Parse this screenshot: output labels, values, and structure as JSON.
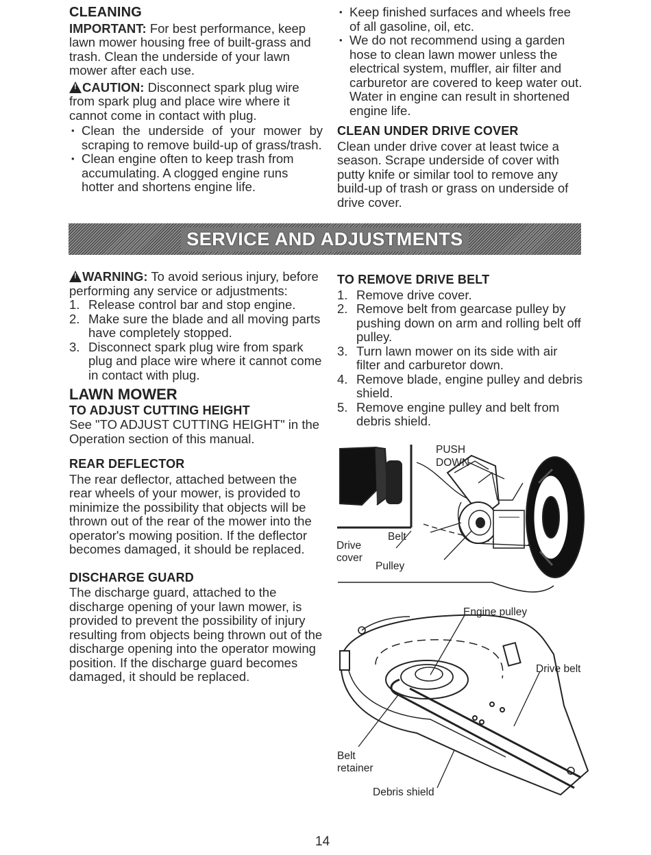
{
  "cleaning": {
    "heading": "CLEANING",
    "important_label": "IMPORTANT:",
    "important_text": " For best performance, keep lawn mower housing free of built-grass and trash. Clean the underside of your lawn mower after each use.",
    "caution_label": "CAUTION:",
    "caution_text": " Disconnect spark plug wire from spark plug and place wire where it cannot come in contact with plug.",
    "bullets_left": [
      "Clean the underside of your mower by scraping to remove build-up of grass/trash.",
      "Clean engine often to keep trash from accumulating. A clogged engine runs hotter and shortens engine life."
    ],
    "bullets_right": [
      "Keep finished surfaces and wheels free of all gasoline, oil, etc.",
      "We do not recommend using a garden hose to clean lawn mower unless the electrical system, muffler, air filter and carburetor are covered to keep water out. Water in engine can result in shortened engine life."
    ]
  },
  "clean_under_drive_cover": {
    "heading": "CLEAN UNDER DRIVE COVER",
    "text": "Clean under drive cover at least twice a season. Scrape underside of cover with putty knife or similar tool to remove any build-up of trash or grass on underside of drive cover."
  },
  "banner": {
    "title": "SERVICE AND ADJUSTMENTS"
  },
  "warning": {
    "label": "WARNING:",
    "text": " To avoid serious injury, before performing any service or adjustments:",
    "steps": [
      "Release control bar and stop engine.",
      "Make sure the blade and all moving parts have completely stopped.",
      "Disconnect spark plug wire from spark plug and place wire where it cannot come in contact with plug."
    ]
  },
  "lawn_mower": {
    "heading": "LAWN MOWER",
    "cutting_height_heading": "TO ADJUST CUTTING HEIGHT",
    "cutting_height_text": "See \"TO ADJUST CUTTING HEIGHT\" in the Operation section of this manual.",
    "rear_deflector_heading": "REAR DEFLECTOR",
    "rear_deflector_text": "The rear deflector, attached between the rear wheels of your mower, is provided to minimize the possibility that objects will be thrown out of the rear of the mower into the operator's mowing position. If the deflector becomes damaged, it should be replaced.",
    "discharge_guard_heading": "DISCHARGE GUARD",
    "discharge_guard_text": "The discharge guard, attached to the discharge opening of your lawn mower, is provided to prevent the possibility of injury resulting from objects being thrown out of the discharge opening into the operator mowing position. If the discharge guard becomes damaged, it should be replaced."
  },
  "remove_drive_belt": {
    "heading": "TO REMOVE DRIVE BELT",
    "steps": [
      "Remove drive cover.",
      "Remove belt from gearcase pulley by pushing down on arm and rolling belt off pulley.",
      "Turn lawn mower on its side with air filter and carburetor down.",
      "Remove blade, engine pulley and debris shield.",
      "Remove engine pulley and belt from debris shield."
    ]
  },
  "figure1": {
    "push_down": "PUSH DOWN",
    "belt": "Belt",
    "drive_cover": "Drive cover",
    "pulley": "Pulley"
  },
  "figure2": {
    "engine_pulley": "Engine pulley",
    "drive_belt": "Drive belt",
    "belt_retainer": "Belt retainer",
    "debris_shield": "Debris shield"
  },
  "page_number": "14"
}
